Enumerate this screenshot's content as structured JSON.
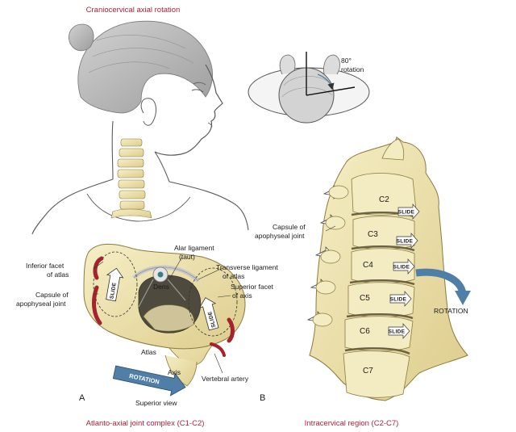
{
  "title_top": "Craniocervical axial rotation",
  "rotation_80": {
    "line1": "80°",
    "line2": "rotation"
  },
  "panel_a": {
    "letter": "A",
    "caption": "Atlanto-axial joint complex (C1-C2)",
    "view": "Superior view",
    "labels": {
      "inferior_facet": [
        "Inferior facet",
        "of atlas"
      ],
      "capsule": [
        "Capsule of",
        "apophyseal joint"
      ],
      "alar": [
        "Alar ligament",
        "(taut)"
      ],
      "transverse": [
        "Transverse ligament",
        "of atlas"
      ],
      "superior_facet": [
        "Superior facet",
        "of axis"
      ],
      "dens": "Dens",
      "atlas": "Atlas",
      "axis": "Axis",
      "vertebral_artery": "Vertebral artery",
      "slide": "SLIDE",
      "rotation": "ROTATION"
    }
  },
  "panel_b": {
    "letter": "B",
    "caption": "Intracervical region (C2-C7)",
    "capsule": [
      "Capsule of",
      "apophyseal joint"
    ],
    "rotation": "ROTATION",
    "slide": "SLIDE",
    "vertebrae": [
      "C2",
      "C3",
      "C4",
      "C5",
      "C6",
      "C7"
    ]
  },
  "colors": {
    "caption_red": "#b0213d",
    "bone": "#efe6b3",
    "bone_dark": "#d9c887",
    "bone_edge": "#8a7a3c",
    "artery": "#a5232e",
    "rotation_blue": "#4f7fa6",
    "hair": "#b9b9b9",
    "skin_line": "#5a5a5a"
  }
}
